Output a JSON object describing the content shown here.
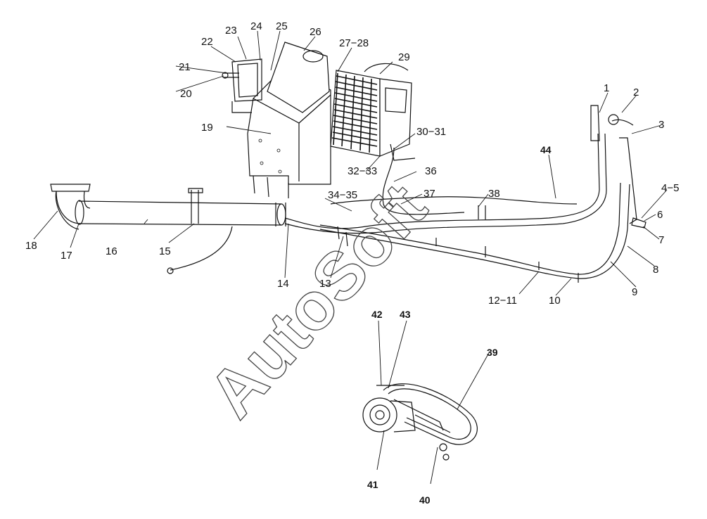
{
  "diagram": {
    "watermark": "AutoSoft",
    "callouts": [
      {
        "id": "c1",
        "text": "1"
      },
      {
        "id": "c2",
        "text": "2"
      },
      {
        "id": "c3",
        "text": "3"
      },
      {
        "id": "c4",
        "text": "4−5"
      },
      {
        "id": "c6",
        "text": "6"
      },
      {
        "id": "c7",
        "text": "7"
      },
      {
        "id": "c8",
        "text": "8"
      },
      {
        "id": "c9",
        "text": "9"
      },
      {
        "id": "c10",
        "text": "10"
      },
      {
        "id": "c11",
        "text": "12−11"
      },
      {
        "id": "c13",
        "text": "13"
      },
      {
        "id": "c14",
        "text": "14"
      },
      {
        "id": "c15",
        "text": "15"
      },
      {
        "id": "c16",
        "text": "16"
      },
      {
        "id": "c17",
        "text": "17"
      },
      {
        "id": "c18",
        "text": "18"
      },
      {
        "id": "c19",
        "text": "19"
      },
      {
        "id": "c20",
        "text": "20"
      },
      {
        "id": "c21",
        "text": "21"
      },
      {
        "id": "c22",
        "text": "22"
      },
      {
        "id": "c23",
        "text": "23"
      },
      {
        "id": "c24",
        "text": "24"
      },
      {
        "id": "c25",
        "text": "25"
      },
      {
        "id": "c26",
        "text": "26"
      },
      {
        "id": "c27",
        "text": "27−28"
      },
      {
        "id": "c29",
        "text": "29"
      },
      {
        "id": "c30",
        "text": "30−31"
      },
      {
        "id": "c32",
        "text": "32−33"
      },
      {
        "id": "c34",
        "text": "34−35"
      },
      {
        "id": "c36",
        "text": "36"
      },
      {
        "id": "c37",
        "text": "37"
      },
      {
        "id": "c38",
        "text": "38"
      },
      {
        "id": "c39",
        "text": "39"
      },
      {
        "id": "c40",
        "text": "40"
      },
      {
        "id": "c41",
        "text": "41"
      },
      {
        "id": "c42",
        "text": "42"
      },
      {
        "id": "c43",
        "text": "43"
      },
      {
        "id": "c44",
        "text": "44"
      }
    ]
  }
}
